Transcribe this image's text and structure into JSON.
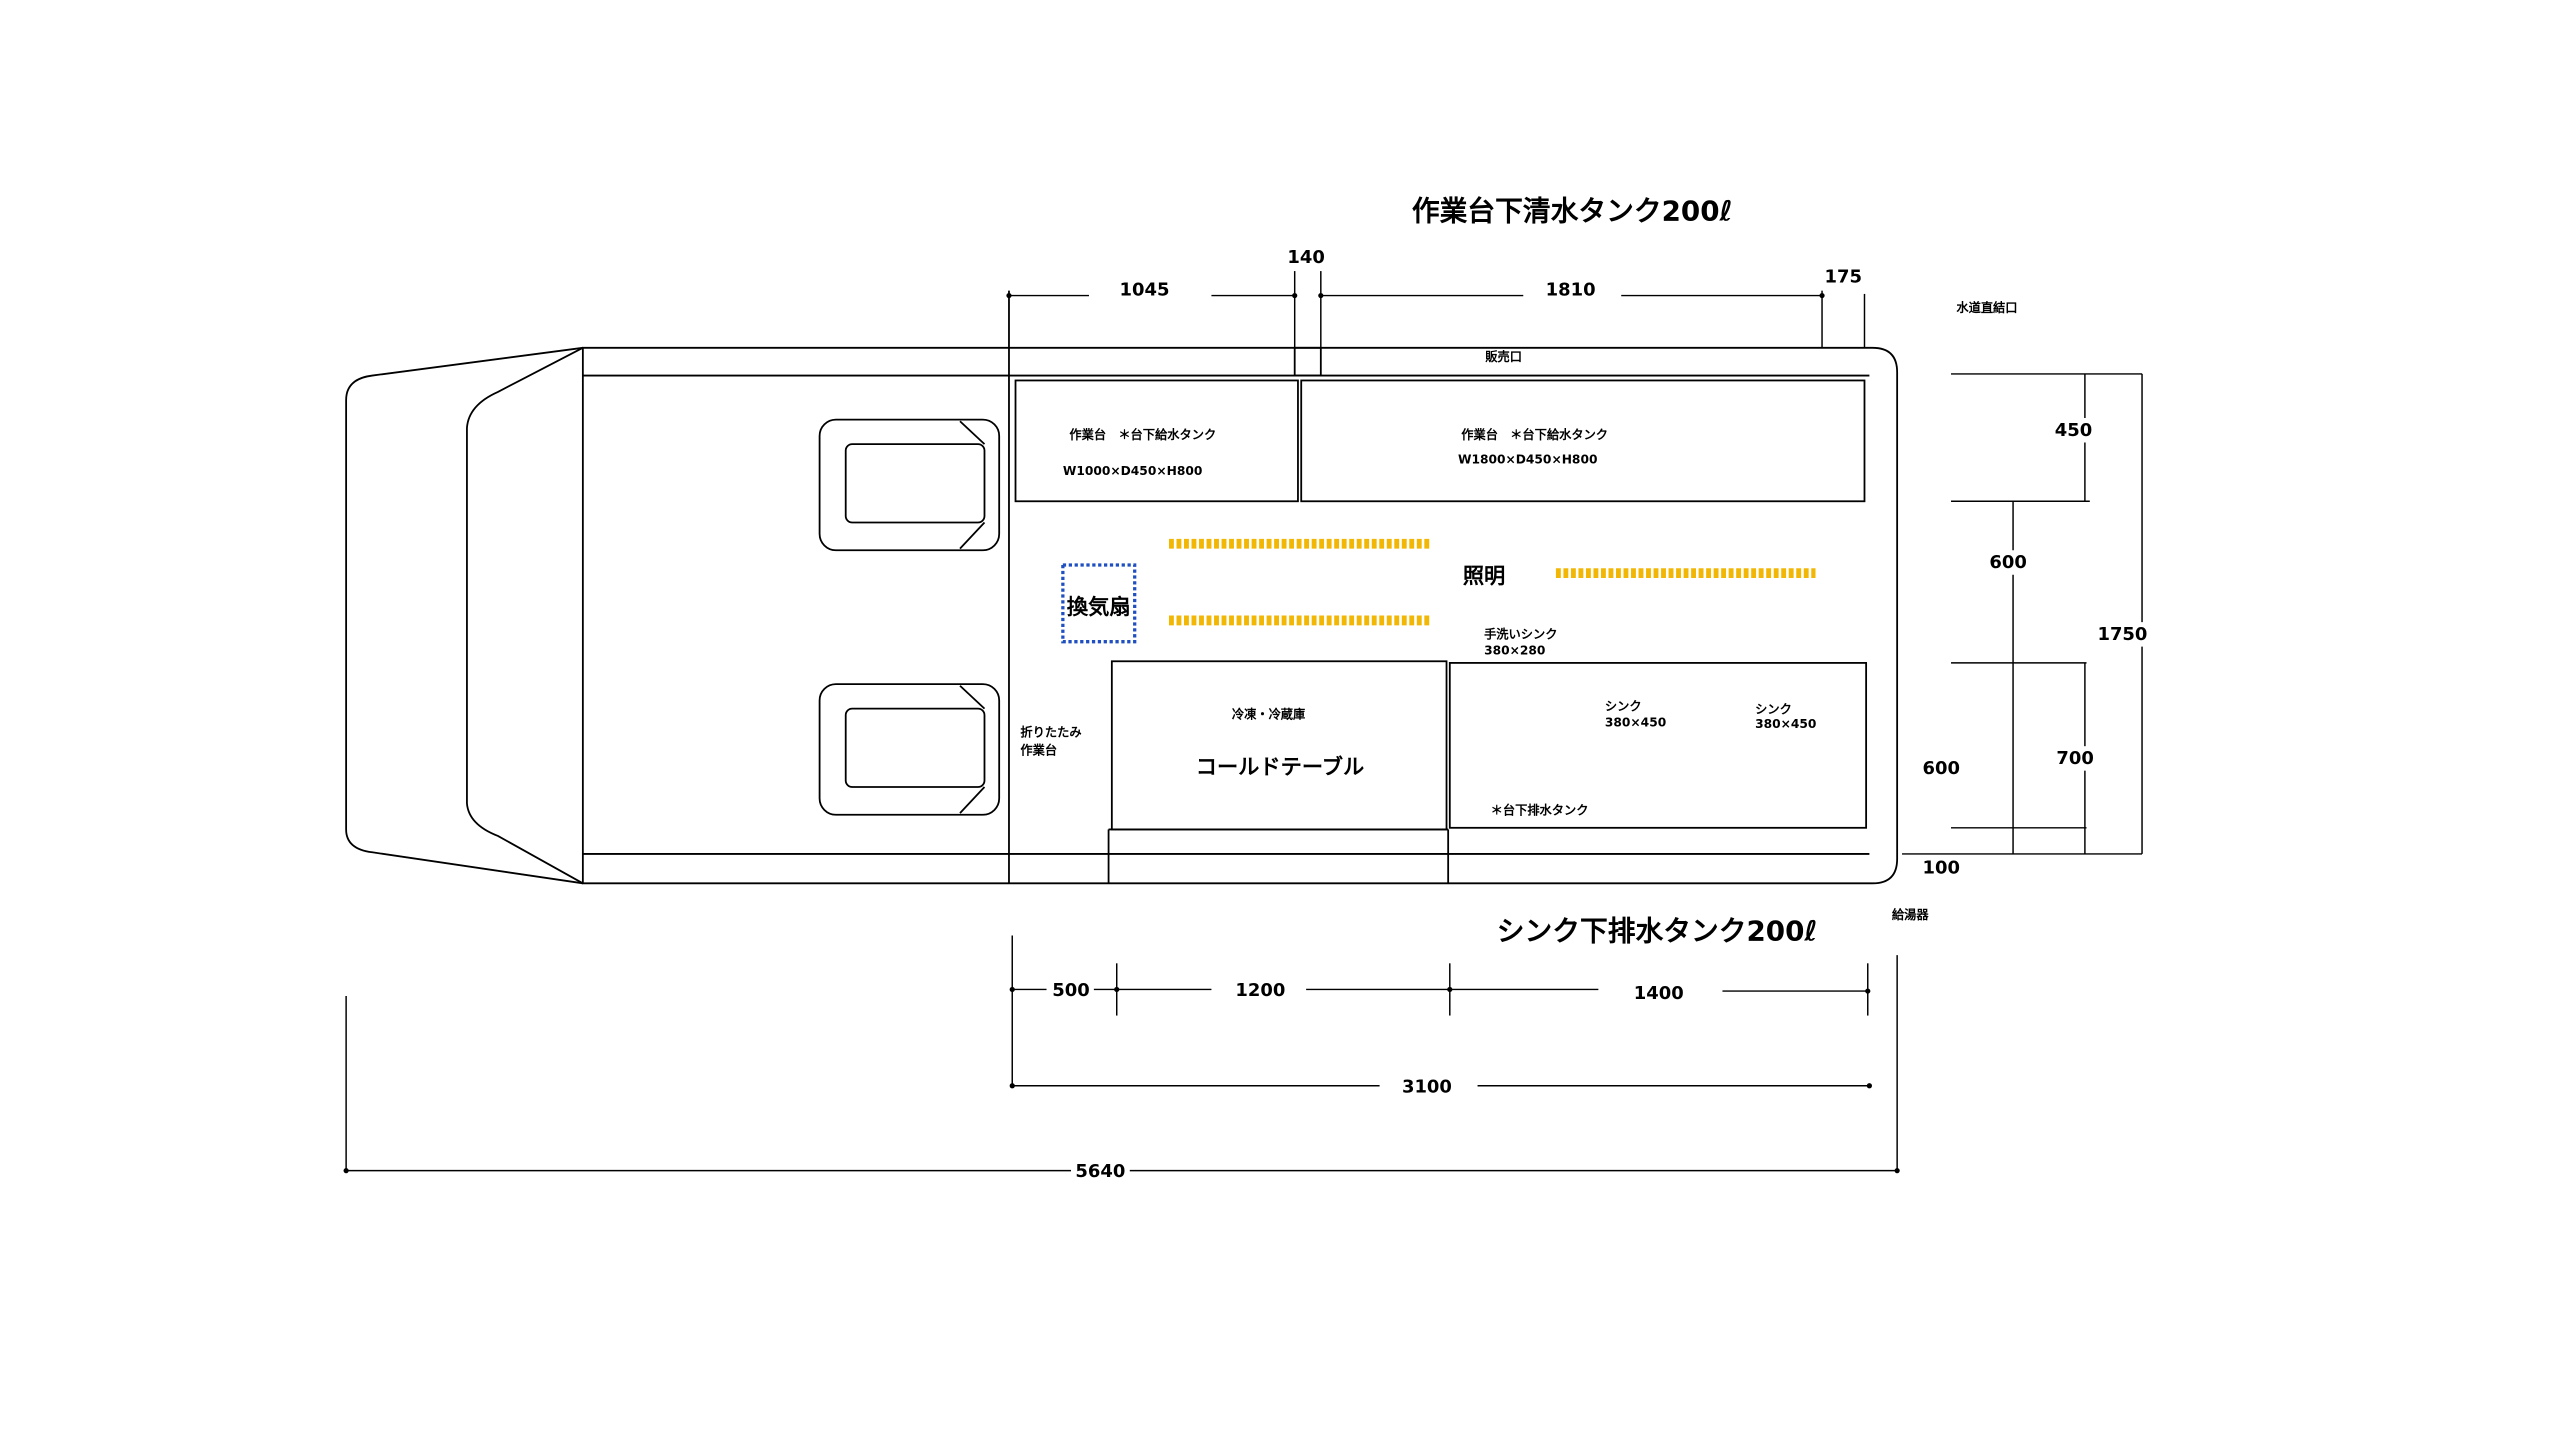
{
  "titles": {
    "fresh_water_tank": "作業台下清水タンク200ℓ",
    "waste_water_tank": "シンク下排水タンク200ℓ"
  },
  "labels": {
    "sales_window": "販売口",
    "water_inlet": "水道直結口",
    "water_heater": "給湯器",
    "vent_fan": "換気扇",
    "lighting": "照明",
    "folding_table": {
      "line1": "折りたたみ",
      "line2": "作業台"
    },
    "counter_left": {
      "line1": "作業台　＊台下給水タンク",
      "line2": "W1000×D450×H800"
    },
    "counter_right": {
      "line1": "作業台　＊台下給水タンク",
      "line2": "W1800×D450×H800"
    },
    "hand_sink": {
      "line1": "手洗いシンク",
      "line2": "380×280"
    },
    "cold_table": {
      "line1": "冷凍・冷蔵庫",
      "line2": "コールドテーブル"
    },
    "sink_1": {
      "line1": "シンク",
      "line2": "380×450"
    },
    "sink_2": {
      "line1": "シンク",
      "line2": "380×450"
    },
    "drain_tank": "＊台下排水タンク"
  },
  "dimensions": {
    "top": {
      "rear_to_window": "1045",
      "window": "140",
      "window_to_front": "1810",
      "end": "175"
    },
    "right": {
      "counter_depth": "450",
      "aisle": "600",
      "total_width": "1750",
      "sink_depth": "700",
      "sink_side": "600",
      "edge": "100"
    },
    "bottom": {
      "folding_table": "500",
      "cold_table": "1200",
      "sink": "1400",
      "kitchen_length": "3100",
      "vehicle_length": "5640"
    }
  },
  "colors": {
    "line": "#000000",
    "vent_fan": "#1f4fc1",
    "lighting": "#f2b705",
    "background": "#ffffff"
  }
}
